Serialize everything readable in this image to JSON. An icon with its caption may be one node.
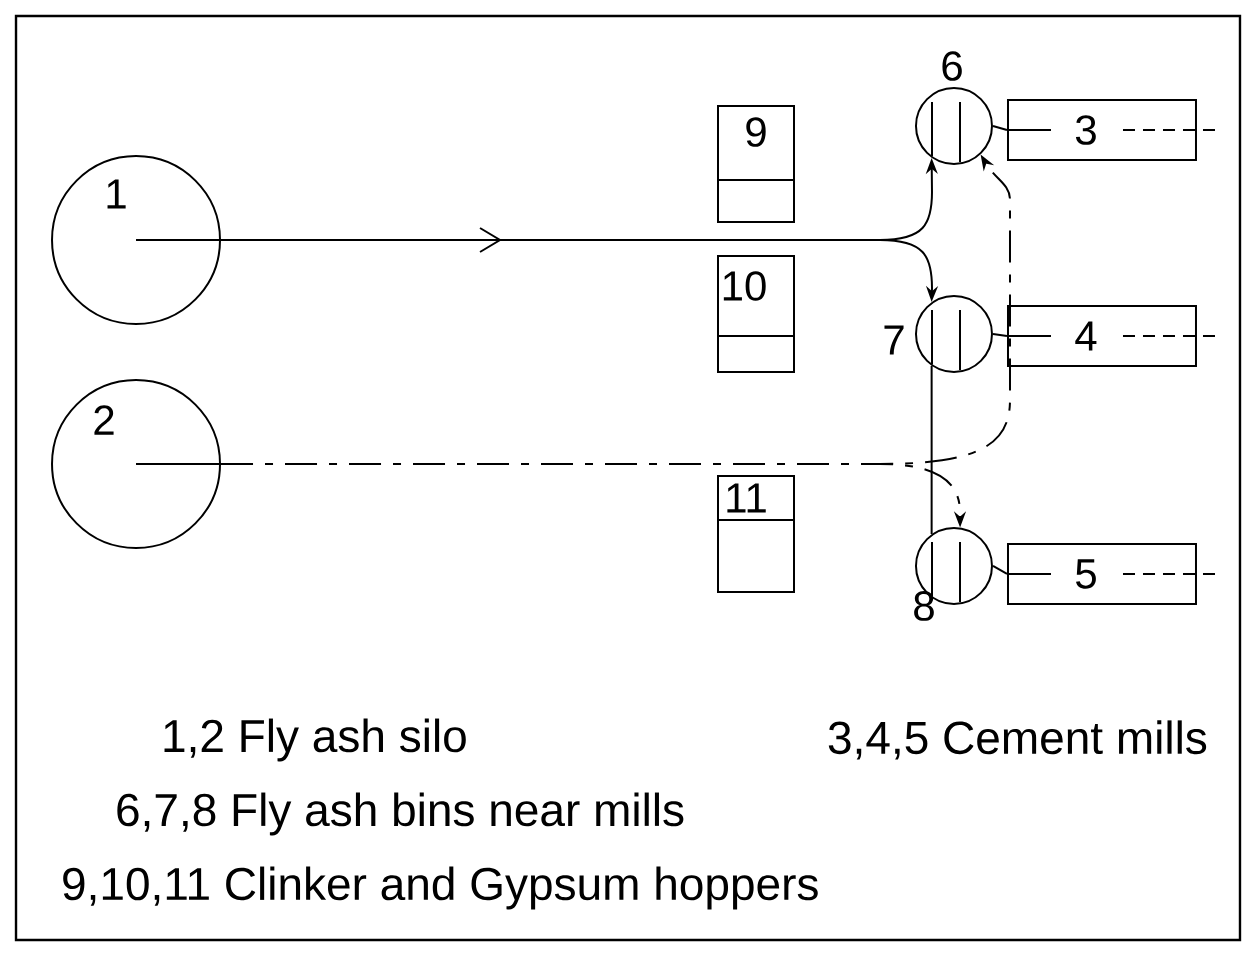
{
  "diagram": {
    "nodes": [
      {
        "text": [
          "1"
        ]
      },
      {
        "text": [
          "2"
        ]
      },
      {
        "text": [
          "6"
        ]
      },
      {
        "text": [
          "7"
        ]
      },
      {
        "text": [
          "8"
        ]
      },
      {
        "text": [
          "3"
        ]
      },
      {
        "text": [
          "4"
        ]
      },
      {
        "text": [
          "5"
        ]
      },
      {
        "text": [
          "9"
        ]
      },
      {
        "text": [
          "10"
        ]
      },
      {
        "text": [
          "11"
        ]
      }
    ],
    "edges": [
      {
        "from": 0,
        "to": 2,
        "arrow": "to"
      },
      {
        "from": 0,
        "to": 3,
        "arrow": "to"
      },
      {
        "from": 1,
        "to": 2,
        "arrow": "to",
        "style": "dashed"
      },
      {
        "from": 1,
        "to": 4,
        "arrow": "to",
        "style": "dashed"
      },
      {
        "from": 3,
        "to": 4,
        "arrow": "none"
      },
      {
        "from": 2,
        "to": 5,
        "arrow": "none"
      },
      {
        "from": 3,
        "to": 6,
        "arrow": "none"
      },
      {
        "from": 4,
        "to": 7,
        "arrow": "none"
      }
    ],
    "labels": [
      "1,2 Fly ash silo",
      "3,4,5 Cement mills",
      "6,7,8 Fly ash bins near mills",
      "9,10,11 Clinker and Gypsum hoppers"
    ]
  }
}
